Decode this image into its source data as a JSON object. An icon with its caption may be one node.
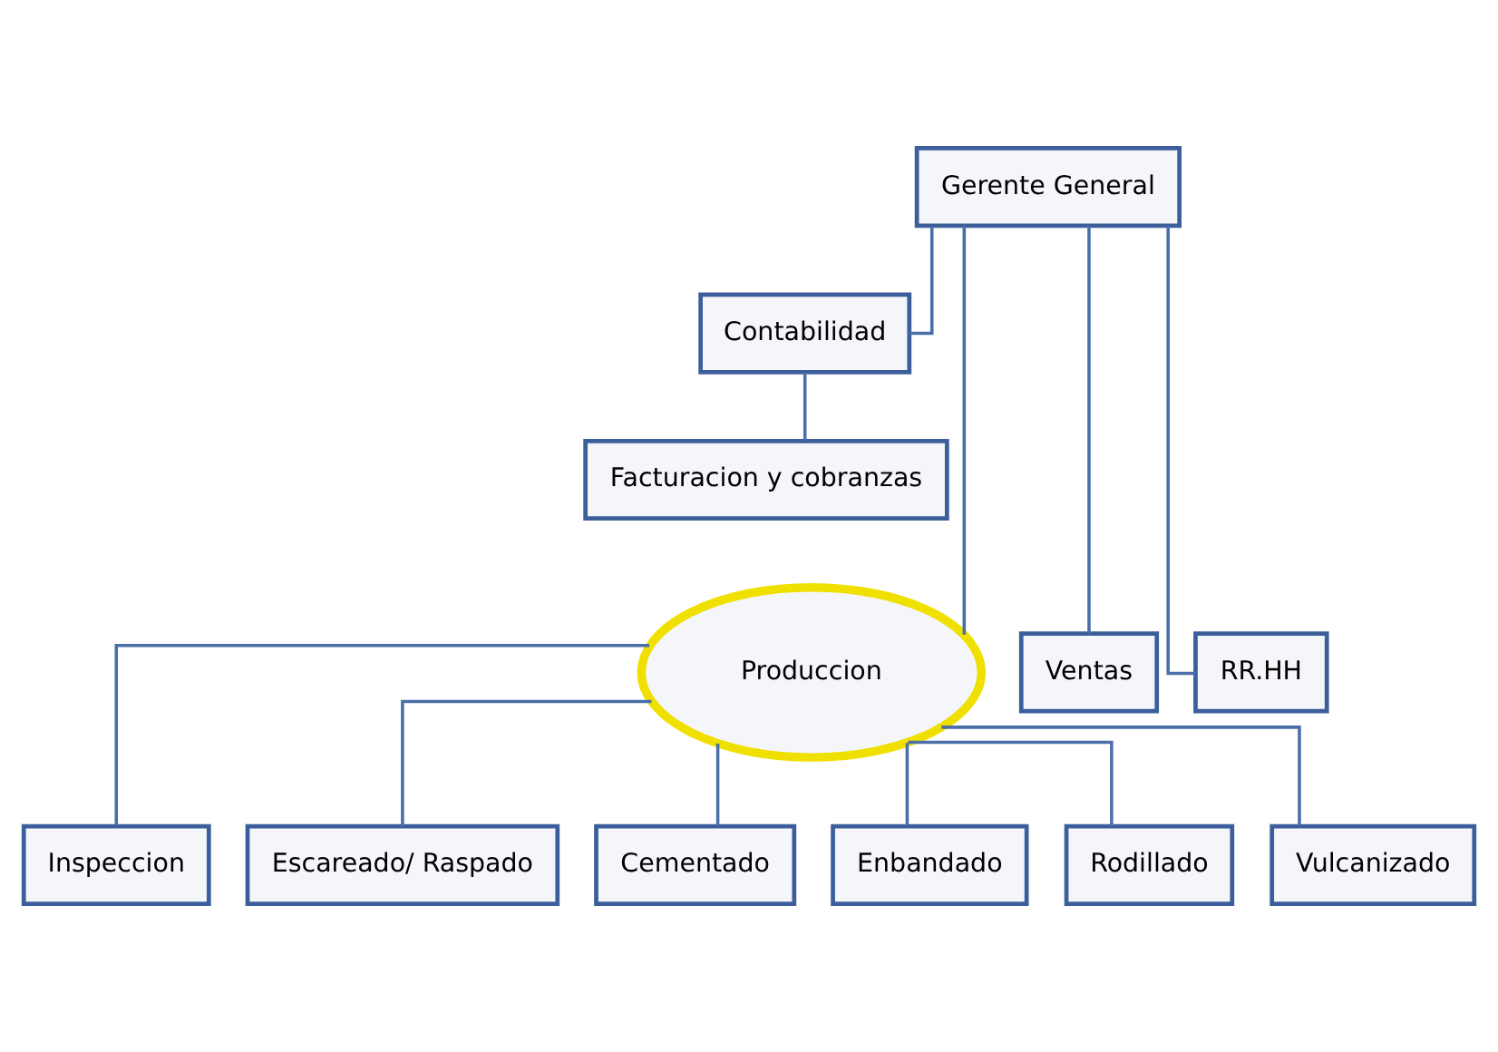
{
  "diagram": {
    "nodes": [
      {
        "text": [
          "Gerente General"
        ]
      },
      {
        "text": [
          "Contabilidad"
        ]
      },
      {
        "text": [
          "Facturacion y cobranzas"
        ]
      },
      {
        "text": [
          "Produccion"
        ]
      },
      {
        "text": [
          "Ventas"
        ]
      },
      {
        "text": [
          "RR.HH"
        ]
      },
      {
        "text": [
          "Inspeccion"
        ]
      },
      {
        "text": [
          "Escareado/ Raspado"
        ]
      },
      {
        "text": [
          "Cementado"
        ]
      },
      {
        "text": [
          "Enbandado"
        ]
      },
      {
        "text": [
          "Rodillado"
        ]
      },
      {
        "text": [
          "Vulcanizado"
        ]
      }
    ],
    "edges": [
      {
        "from": 0,
        "to": 1,
        "arrow": "none"
      },
      {
        "from": 1,
        "to": 2,
        "arrow": "none"
      },
      {
        "from": 0,
        "to": 3,
        "arrow": "none"
      },
      {
        "from": 0,
        "to": 4,
        "arrow": "none"
      },
      {
        "from": 0,
        "to": 5,
        "arrow": "none"
      },
      {
        "from": 3,
        "to": 6,
        "arrow": "none"
      },
      {
        "from": 3,
        "to": 7,
        "arrow": "none"
      },
      {
        "from": 3,
        "to": 8,
        "arrow": "none"
      },
      {
        "from": 3,
        "to": 9,
        "arrow": "none"
      },
      {
        "from": 3,
        "to": 10,
        "arrow": "none"
      },
      {
        "from": 3,
        "to": 11,
        "arrow": "none"
      }
    ]
  }
}
